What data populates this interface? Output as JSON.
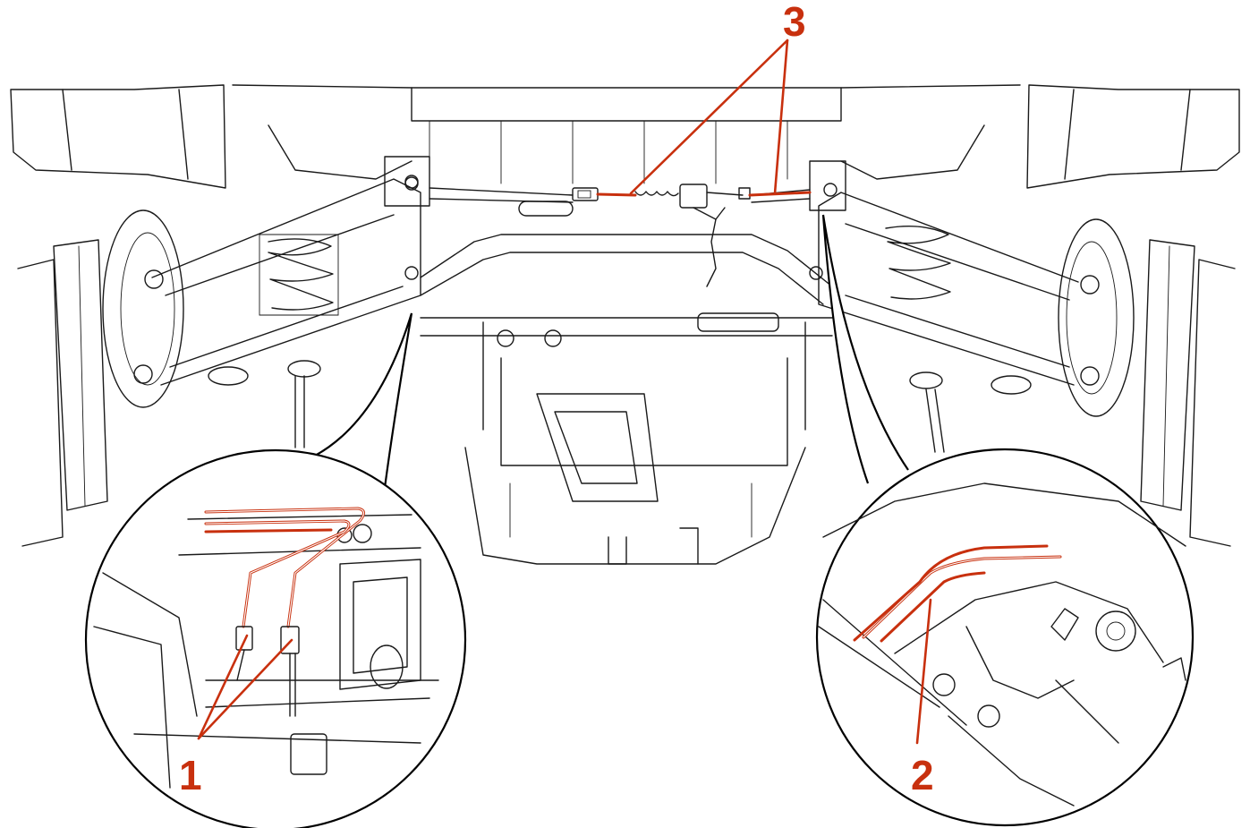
{
  "callouts": {
    "c1": "1",
    "c2": "2",
    "c3": "3"
  },
  "colors": {
    "highlight": "#c8300e",
    "line": "#1a1a1a",
    "background": "#ffffff"
  }
}
